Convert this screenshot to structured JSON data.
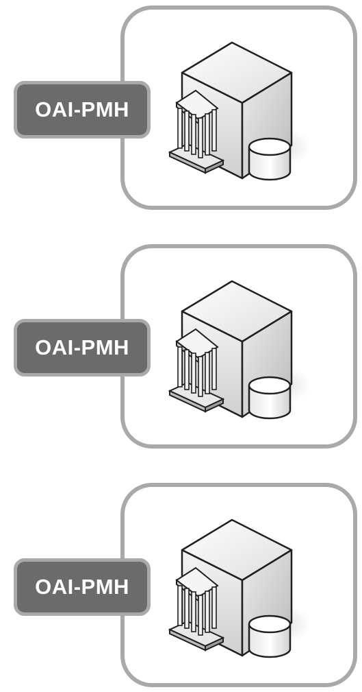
{
  "diagram": {
    "nodes": [
      {
        "label": "OAI-PMH",
        "icon": "repository-server-icon"
      },
      {
        "label": "OAI-PMH",
        "icon": "repository-server-icon"
      },
      {
        "label": "OAI-PMH",
        "icon": "repository-server-icon"
      }
    ]
  },
  "colors": {
    "card_border": "#a9a9a9",
    "tag_fill": "#6b6b6b",
    "tag_text": "#ffffff"
  }
}
